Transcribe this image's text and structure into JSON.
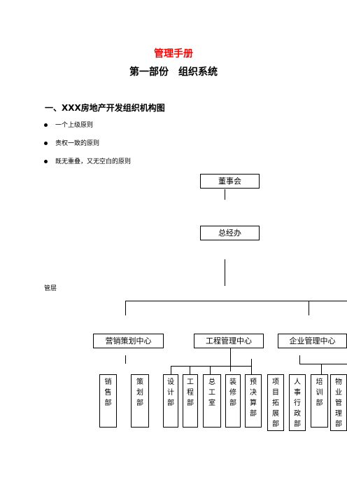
{
  "document": {
    "title": "管理手册",
    "subtitle": "第一部份　组织系统",
    "section_heading": "一、XXX房地产开发组织机构图",
    "bullets": [
      "一个上级原则",
      "责权一致的原则",
      "既无重叠，又无空白的原则"
    ],
    "side_label": "管层"
  },
  "org_chart": {
    "board": "董事会",
    "general_office": "总经办",
    "centers": [
      "营销策划中心",
      "工程管理中心",
      "企业管理中心"
    ],
    "departments": [
      [
        "销",
        "售",
        "部"
      ],
      [
        "策",
        "划",
        "部"
      ],
      [
        "设",
        "计",
        "部"
      ],
      [
        "工",
        "程",
        "部"
      ],
      [
        "总",
        "工",
        "室"
      ],
      [
        "装",
        "修",
        "部"
      ],
      [
        "预",
        "决",
        "算",
        "部"
      ],
      [
        "项",
        "目",
        "拓",
        "展",
        "部"
      ],
      [
        "人",
        "事",
        "行",
        "政",
        "部"
      ],
      [
        "培",
        "训",
        "部"
      ],
      [
        "物",
        "业",
        "管",
        "理",
        "部"
      ]
    ]
  }
}
